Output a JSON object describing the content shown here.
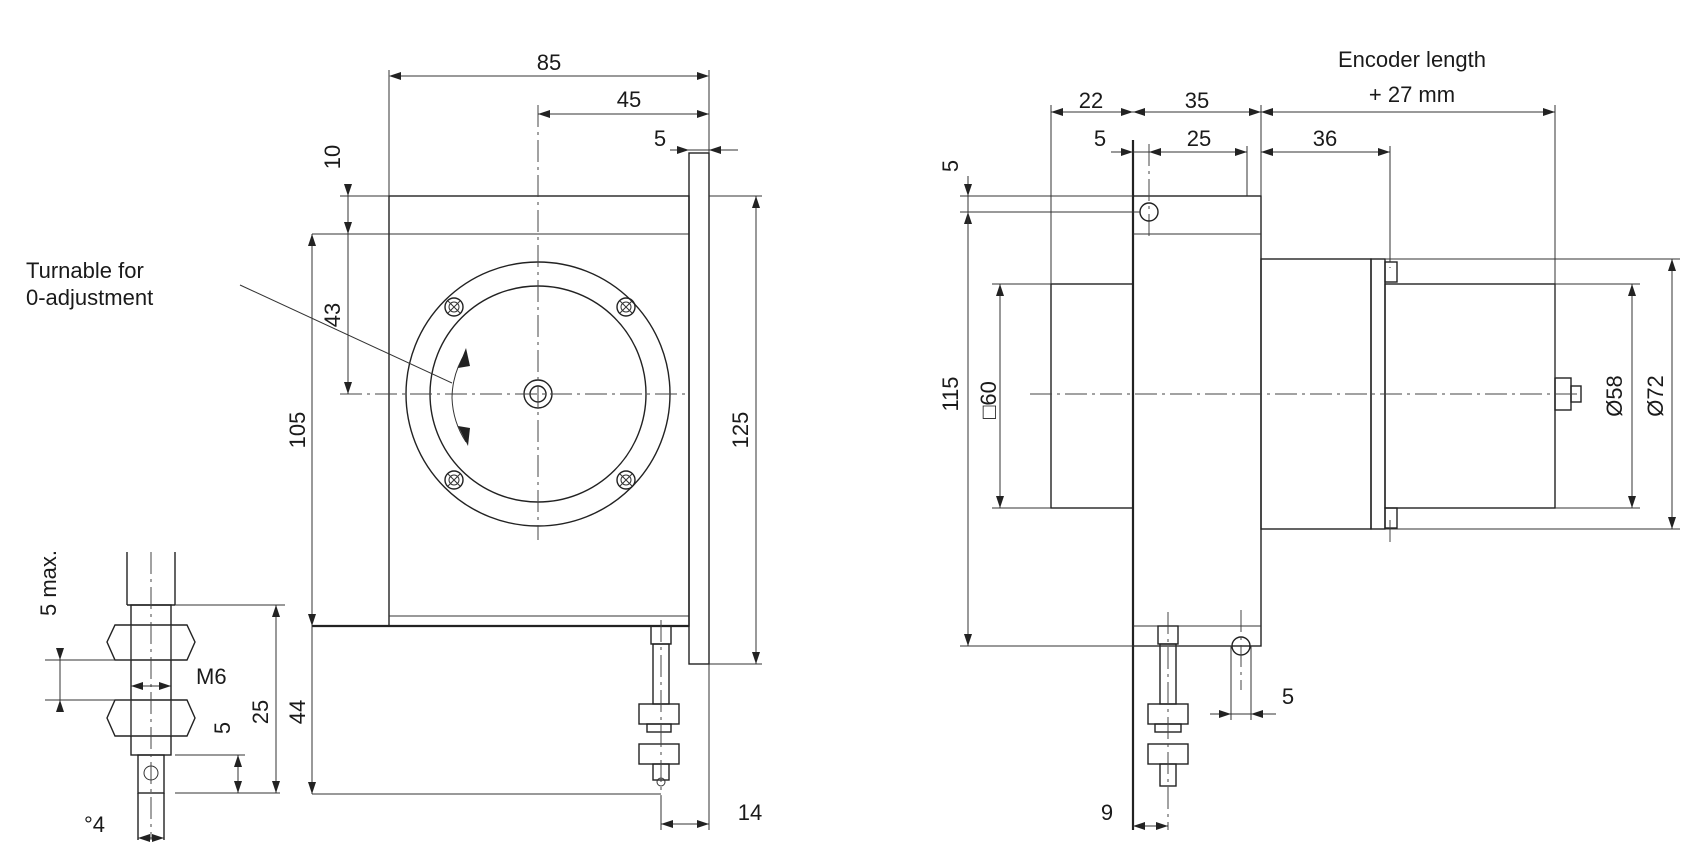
{
  "labels": {
    "front_width": "85",
    "front_center_offset": "45",
    "flange_thickness": "5",
    "top_gap": "10",
    "center_height": "43",
    "body_height": "105",
    "total_height": "125",
    "bottom_to_switch": "44",
    "switch_offset": "14",
    "turnable_note_line1": "Turnable for",
    "turnable_note_line2": "0-adjustment",
    "nut_5max": "5 max.",
    "thread": "M6",
    "nut_5": "5",
    "nut_25": "25",
    "nut_dia4": "°4",
    "encoder_length_line1": "Encoder length",
    "encoder_length_line2": "+ 27 mm",
    "side_22": "22",
    "side_35": "35",
    "side_5": "5",
    "side_25": "25",
    "side_36": "36",
    "side_top_5": "5",
    "side_115": "115",
    "side_sq60": "□60",
    "side_dia58": "Ø58",
    "side_dia72": "Ø72",
    "side_hole_5": "5",
    "side_9": "9"
  }
}
